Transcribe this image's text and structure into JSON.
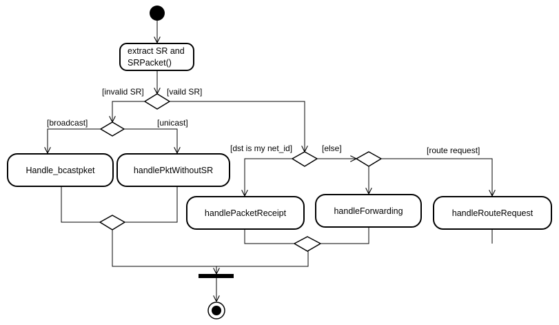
{
  "actions": {
    "extract": "extract SR and SRPacket()",
    "bcast": "Handle_bcastpket",
    "without_sr": "handlePktWithoutSR",
    "receipt": "handlePacketReceipt",
    "forwarding": "handleForwarding",
    "route_request": "handleRouteRequest"
  },
  "guards": {
    "invalid_sr": "[invalid SR]",
    "valid_sr": "[vaild SR]",
    "broadcast": "[broadcast]",
    "unicast": "[unicast]",
    "dst_is_mine": "[dst is my net_id]",
    "else": "[else]",
    "route_request": "[route request]"
  }
}
